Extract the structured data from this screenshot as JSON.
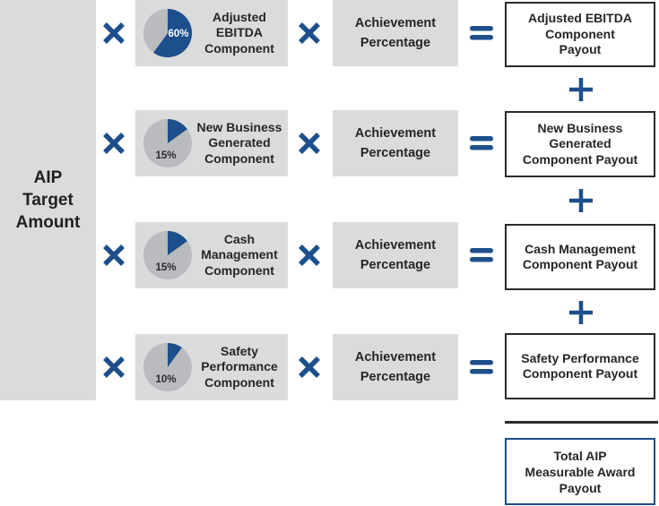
{
  "colors": {
    "accent_blue": "#1d4f8c",
    "box_gray": "#dadbdc",
    "pie_gray": "#b9bbbe",
    "border_dark": "#2b2b2b"
  },
  "aip_target": {
    "lines": [
      "AIP",
      "Target",
      "Amount"
    ]
  },
  "operators": {
    "multiply": "×",
    "equals": "=",
    "plus": "+"
  },
  "rows": [
    {
      "weight_percent": 60,
      "weight_label": "60%",
      "component_lines": [
        "Adjusted",
        "EBITDA",
        "Component"
      ],
      "achievement_lines": [
        "Achievement",
        "Percentage"
      ],
      "payout_lines": [
        "Adjusted EBITDA",
        "Component",
        "Payout"
      ]
    },
    {
      "weight_percent": 15,
      "weight_label": "15%",
      "component_lines": [
        "New Business",
        "Generated",
        "Component"
      ],
      "achievement_lines": [
        "Achievement",
        "Percentage"
      ],
      "payout_lines": [
        "New Business",
        "Generated",
        "Component Payout"
      ]
    },
    {
      "weight_percent": 15,
      "weight_label": "15%",
      "component_lines": [
        "Cash",
        "Management",
        "Component"
      ],
      "achievement_lines": [
        "Achievement",
        "Percentage"
      ],
      "payout_lines": [
        "Cash Management",
        "Component Payout"
      ]
    },
    {
      "weight_percent": 10,
      "weight_label": "10%",
      "component_lines": [
        "Safety",
        "Performance",
        "Component"
      ],
      "achievement_lines": [
        "Achievement",
        "Percentage"
      ],
      "payout_lines": [
        "Safety Performance",
        "Component Payout"
      ]
    }
  ],
  "total": {
    "lines": [
      "Total AIP",
      "Measurable Award",
      "Payout"
    ]
  }
}
